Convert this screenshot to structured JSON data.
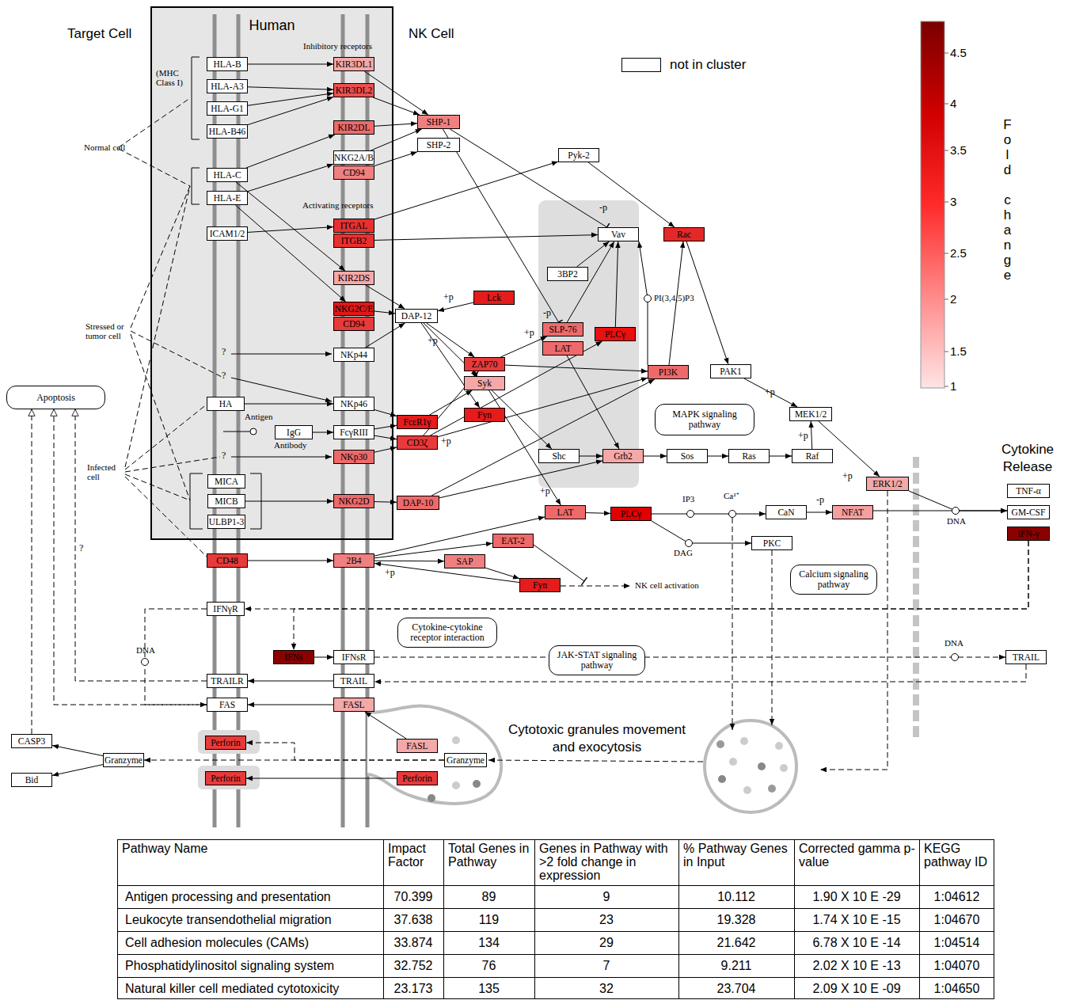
{
  "diagram": {
    "nodes": [
      {
        "text": [
          "Human"
        ]
      },
      {
        "text": [
          "HLA-B"
        ],
        "in": 0
      },
      {
        "text": [
          "HLA-A3"
        ],
        "in": 0
      },
      {
        "text": [
          "HLA-G1"
        ],
        "in": 0
      },
      {
        "text": [
          "HLA-B46"
        ],
        "in": 0
      },
      {
        "text": [
          "HLA-C"
        ],
        "in": 0
      },
      {
        "text": [
          "HLA-E"
        ],
        "in": 0
      },
      {
        "text": [
          "ICAM1/2"
        ],
        "in": 0
      },
      {
        "text": [
          "KIR3DL1"
        ],
        "in": 0
      },
      {
        "text": [
          "KIR3DL2"
        ],
        "in": 0
      },
      {
        "text": [
          "KIR2DL"
        ],
        "in": 0
      },
      {
        "text": [
          "NKG2A/B"
        ],
        "in": 0
      },
      {
        "text": [
          "CD94"
        ],
        "in": 0
      },
      {
        "text": [
          "ITGAL"
        ],
        "in": 0
      },
      {
        "text": [
          "ITGB2"
        ],
        "in": 0
      },
      {
        "text": [
          "KIR2DS"
        ],
        "in": 0
      },
      {
        "text": [
          "NKG2C/E"
        ],
        "in": 0
      },
      {
        "text": [
          "CD94"
        ],
        "in": 0
      },
      {
        "text": [
          "NKp44"
        ],
        "in": 0
      },
      {
        "text": [
          "HA"
        ],
        "in": 0
      },
      {
        "text": [
          "NKp46"
        ],
        "in": 0
      },
      {
        "text": [
          "IgG"
        ],
        "in": 0
      },
      {
        "text": [
          "FcγRIII"
        ],
        "in": 0
      },
      {
        "text": [
          "NKp30"
        ],
        "in": 0
      },
      {
        "text": [
          "MICA"
        ],
        "in": 0
      },
      {
        "text": [
          "MICB"
        ],
        "in": 0
      },
      {
        "text": [
          "ULBP1-3"
        ],
        "in": 0
      },
      {
        "text": [
          "NKG2D"
        ],
        "in": 0
      },
      {
        "text": [
          "SHP-1"
        ]
      },
      {
        "text": [
          "SHP-2"
        ]
      },
      {
        "text": [
          "Pyk-2"
        ]
      },
      {
        "text": [
          "Vav"
        ]
      },
      {
        "text": [
          "Rac"
        ]
      },
      {
        "text": [
          "3BP2"
        ]
      },
      {
        "text": [
          "DAP-12"
        ]
      },
      {
        "text": [
          "Lck"
        ]
      },
      {
        "text": [
          "SLP-76"
        ]
      },
      {
        "text": [
          "LAT"
        ]
      },
      {
        "text": [
          "PLCγ"
        ]
      },
      {
        "text": [
          "ZAP70"
        ]
      },
      {
        "text": [
          "Syk"
        ]
      },
      {
        "text": [
          "PI3K"
        ]
      },
      {
        "text": [
          "PAK1"
        ]
      },
      {
        "text": [
          "Fyn"
        ]
      },
      {
        "text": [
          "FcεR1γ"
        ]
      },
      {
        "text": [
          "CD3ζ"
        ]
      },
      {
        "text": [
          "MEK1/2"
        ]
      },
      {
        "text": [
          "MAPK signaling pathway"
        ]
      },
      {
        "text": [
          "Shc"
        ]
      },
      {
        "text": [
          "Grb2"
        ]
      },
      {
        "text": [
          "Sos"
        ]
      },
      {
        "text": [
          "Ras"
        ]
      },
      {
        "text": [
          "Raf"
        ]
      },
      {
        "text": [
          "DAP-10"
        ]
      },
      {
        "text": [
          "ERK1/2"
        ]
      },
      {
        "text": [
          "LAT"
        ]
      },
      {
        "text": [
          "PLCγ"
        ]
      },
      {
        "text": [
          "CaN"
        ]
      },
      {
        "text": [
          "NFAT"
        ]
      },
      {
        "text": [
          "TNF-α"
        ]
      },
      {
        "text": [
          "GM-CSF"
        ]
      },
      {
        "text": [
          "IFN-γ"
        ]
      },
      {
        "text": [
          "EAT-2"
        ]
      },
      {
        "text": [
          "PKC"
        ]
      },
      {
        "text": [
          "CD48"
        ]
      },
      {
        "text": [
          "2B4"
        ]
      },
      {
        "text": [
          "SAP"
        ]
      },
      {
        "text": [
          "Fyn"
        ]
      },
      {
        "text": [
          "Calcium signaling pathway"
        ]
      },
      {
        "text": [
          "IFNγR"
        ]
      },
      {
        "text": [
          "Cytokine-cytokine receptor interaction"
        ]
      },
      {
        "text": [
          "IFNs"
        ]
      },
      {
        "text": [
          "IFNsR"
        ]
      },
      {
        "text": [
          "JAK-STAT signaling pathway"
        ]
      },
      {
        "text": [
          "TRAIL"
        ]
      },
      {
        "text": [
          "TRAILR"
        ]
      },
      {
        "text": [
          "TRAIL"
        ]
      },
      {
        "text": [
          "FAS"
        ]
      },
      {
        "text": [
          "FASL"
        ]
      },
      {
        "text": [
          "FASL"
        ]
      },
      {
        "text": [
          "Perforin"
        ]
      },
      {
        "text": [
          "Granzyme"
        ]
      },
      {
        "text": [
          "Granzyme"
        ]
      },
      {
        "text": [
          "Perforin"
        ]
      },
      {
        "text": [
          "Perforin"
        ]
      },
      {
        "text": [
          "CASP3"
        ]
      },
      {
        "text": [
          "Bid"
        ]
      },
      {
        "text": [
          "Apoptosis"
        ]
      }
    ],
    "edges": [
      {
        "from": 1,
        "to": 8,
        "arrow": "to"
      },
      {
        "from": 2,
        "to": 9,
        "arrow": "to"
      },
      {
        "from": 3,
        "to": 9,
        "arrow": "to"
      },
      {
        "from": 4,
        "to": 9,
        "arrow": "to"
      },
      {
        "from": 5,
        "to": 10,
        "arrow": "to"
      },
      {
        "from": 6,
        "to": 11,
        "arrow": "to"
      },
      {
        "from": 5,
        "to": 15,
        "arrow": "to"
      },
      {
        "from": 6,
        "to": 16,
        "arrow": "to"
      },
      {
        "from": 7,
        "to": 13,
        "arrow": "to"
      },
      {
        "from": 13,
        "to": 30,
        "arrow": "to"
      },
      {
        "from": 14,
        "to": 31,
        "arrow": "to"
      },
      {
        "from": 30,
        "to": 32,
        "arrow": "to"
      },
      {
        "from": 8,
        "to": 28,
        "arrow": "to"
      },
      {
        "from": 9,
        "to": 28,
        "arrow": "to"
      },
      {
        "from": 10,
        "to": 28,
        "arrow": "to"
      },
      {
        "from": 11,
        "to": 28,
        "arrow": "to"
      },
      {
        "from": 12,
        "to": 29,
        "arrow": "to"
      },
      {
        "from": 28,
        "to": 31,
        "arrow": "to"
      },
      {
        "from": 28,
        "to": 36,
        "arrow": "to"
      },
      {
        "from": 15,
        "to": 34,
        "arrow": "to"
      },
      {
        "from": 16,
        "to": 34,
        "arrow": "to"
      },
      {
        "from": 18,
        "to": 34,
        "arrow": "to"
      },
      {
        "from": 35,
        "to": 34,
        "arrow": "to"
      },
      {
        "from": 34,
        "to": 39,
        "arrow": "to"
      },
      {
        "from": 34,
        "to": 40,
        "arrow": "to"
      },
      {
        "from": 34,
        "to": 43,
        "arrow": "to"
      },
      {
        "from": 39,
        "to": 36,
        "arrow": "to"
      },
      {
        "from": 39,
        "to": 41,
        "arrow": "to"
      },
      {
        "from": 40,
        "to": 48,
        "arrow": "to"
      },
      {
        "from": 40,
        "to": 55,
        "arrow": "to"
      },
      {
        "from": 36,
        "to": 31,
        "arrow": "to"
      },
      {
        "from": 38,
        "to": 31,
        "arrow": "to"
      },
      {
        "from": 33,
        "to": 31,
        "arrow": "to"
      },
      {
        "from": 41,
        "to": 31,
        "arrow": "to"
      },
      {
        "from": 41,
        "to": 32,
        "arrow": "to"
      },
      {
        "from": 37,
        "to": 49,
        "arrow": "to"
      },
      {
        "from": 32,
        "to": 42,
        "arrow": "to"
      },
      {
        "from": 42,
        "to": 46,
        "arrow": "to"
      },
      {
        "from": 52,
        "to": 46,
        "arrow": "to"
      },
      {
        "from": 46,
        "to": 54,
        "arrow": "to"
      },
      {
        "from": 48,
        "to": 49,
        "arrow": "to"
      },
      {
        "from": 49,
        "to": 50,
        "arrow": "to"
      },
      {
        "from": 50,
        "to": 51,
        "arrow": "to"
      },
      {
        "from": 51,
        "to": 52,
        "arrow": "to"
      },
      {
        "from": 54,
        "to": 60,
        "arrow": "to"
      },
      {
        "from": 58,
        "to": 60,
        "arrow": "to"
      },
      {
        "from": 22,
        "to": 44,
        "arrow": "to"
      },
      {
        "from": 22,
        "to": 45,
        "arrow": "to"
      },
      {
        "from": 20,
        "to": 44,
        "arrow": "to"
      },
      {
        "from": 44,
        "to": 40,
        "arrow": "to"
      },
      {
        "from": 45,
        "to": 39,
        "arrow": "to"
      },
      {
        "from": 45,
        "to": 38,
        "arrow": "to"
      },
      {
        "from": 45,
        "to": 41,
        "arrow": "to"
      },
      {
        "from": 23,
        "to": 45,
        "arrow": "to"
      },
      {
        "from": 19,
        "to": 20,
        "arrow": "to"
      },
      {
        "from": 21,
        "to": 22,
        "arrow": "to"
      },
      {
        "from": 25,
        "to": 27,
        "arrow": "to"
      },
      {
        "from": 27,
        "to": 53,
        "arrow": "to"
      },
      {
        "from": 53,
        "to": 41,
        "arrow": "to"
      },
      {
        "from": 53,
        "to": 49,
        "arrow": "to"
      },
      {
        "from": 55,
        "to": 56,
        "arrow": "to"
      },
      {
        "from": 56,
        "to": 57,
        "arrow": "to"
      },
      {
        "from": 56,
        "to": 63,
        "arrow": "to"
      },
      {
        "from": 57,
        "to": 58,
        "arrow": "to"
      },
      {
        "from": 64,
        "to": 65,
        "arrow": "to"
      },
      {
        "from": 65,
        "to": 62,
        "arrow": "to"
      },
      {
        "from": 65,
        "to": 66,
        "arrow": "to"
      },
      {
        "from": 66,
        "to": 67,
        "arrow": "to"
      },
      {
        "from": 67,
        "to": 65,
        "arrow": "to"
      },
      {
        "from": 65,
        "to": 55,
        "arrow": "to"
      },
      {
        "from": 61,
        "to": 69,
        "arrow": "to"
      },
      {
        "from": 61,
        "to": 71,
        "arrow": "to"
      },
      {
        "from": 71,
        "to": 72,
        "arrow": "to"
      },
      {
        "from": 72,
        "to": 74,
        "arrow": "to"
      },
      {
        "from": 74,
        "to": 76,
        "arrow": "to"
      },
      {
        "from": 76,
        "to": 75,
        "arrow": "to"
      },
      {
        "from": 75,
        "to": 87,
        "arrow": "to"
      },
      {
        "from": 77,
        "to": 87,
        "arrow": "to"
      },
      {
        "from": 78,
        "to": 77,
        "arrow": "to"
      },
      {
        "from": 79,
        "to": 78,
        "arrow": "to"
      },
      {
        "from": 84,
        "to": 83,
        "arrow": "to"
      },
      {
        "from": 81,
        "to": 80,
        "arrow": "to"
      },
      {
        "from": 81,
        "to": 82,
        "arrow": "to"
      },
      {
        "from": 82,
        "to": 85,
        "arrow": "to"
      },
      {
        "from": 82,
        "to": 86,
        "arrow": "to"
      },
      {
        "from": 85,
        "to": 87,
        "arrow": "to"
      },
      {
        "from": 69,
        "to": 77,
        "arrow": "to"
      }
    ],
    "labels": [
      "Target Cell",
      "NK Cell",
      "Inhibitory receptors",
      "(MHC Class I)",
      "Normal cell",
      "Activating receptors",
      "Stressed or tumor cell",
      "?",
      "?",
      "Antigen",
      "Antibody",
      "?",
      "Infected cell",
      "?",
      "+p",
      "+p",
      "+p",
      "+p",
      "-p",
      "-p",
      "PI(3,4,5)P3",
      "+p",
      "+p",
      "+p",
      "+p",
      "IP3",
      "Ca²⁺",
      "-p",
      "DAG",
      "DNA",
      "Cytokine Release",
      "+p",
      "NK cell activation",
      "DNA",
      "DNA",
      "Cytotoxic granules movement and exocytosis",
      "Fold change",
      "4.5",
      "4",
      "3.5",
      "3",
      "2.5",
      "2",
      "1.5",
      "1",
      "Pathway Name",
      "Impact Factor",
      "Total Genes in Pathway",
      "Genes in Pathway with >2 fold change in expression",
      "% Pathway Genes in Input",
      "Corrected gamma p-value",
      "KEGG pathway ID",
      "Antigen processing and presentation",
      "70.399",
      "89",
      "9",
      "10.112",
      "1.90 X 10 E -29",
      "1:04612",
      "Leukocyte transendothelial migration",
      "37.638",
      "119",
      "23",
      "19.328",
      "1.74 X 10 E -15",
      "1:04670",
      "Cell adhesion molecules (CAMs)",
      "33.874",
      "134",
      "29",
      "21.642",
      "6.78 X 10 E -14",
      "1:04514",
      "Phosphatidylinositol signaling system",
      "32.752",
      "76",
      "7",
      "9.211",
      "2.02 X 10 E -13",
      "1:04070",
      "Natural killer cell mediated cytotoxicity",
      "23.173",
      "135",
      "32",
      "23.704",
      "2.09 X 10 E -09",
      "1:04650"
    ],
    "legend": [
      {
        "text": "not in cluster",
        "color": "#ffffff"
      }
    ]
  }
}
